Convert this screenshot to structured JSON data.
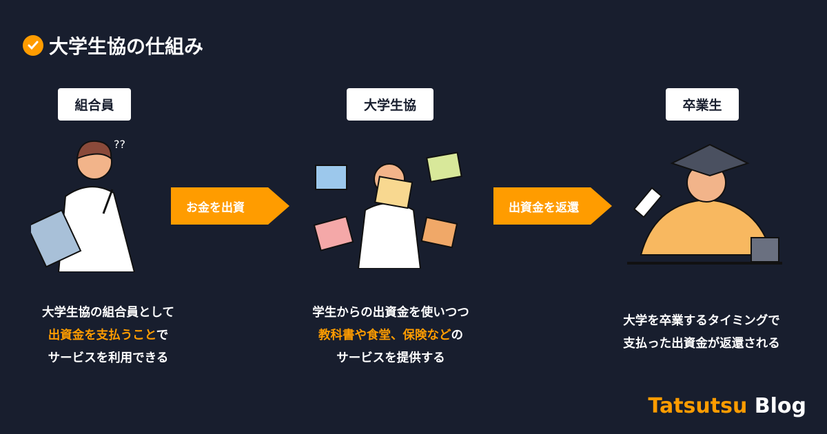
{
  "title": "大学生協の仕組み",
  "columns": [
    {
      "label": "組合員",
      "lines": [
        {
          "t": "大学生協の組合員として"
        },
        {
          "hl": "出資金を支払うこと",
          "t": "で"
        },
        {
          "t": "サービスを利用できる"
        }
      ]
    },
    {
      "label": "大学生協",
      "lines": [
        {
          "t": "学生からの出資金を使いつつ"
        },
        {
          "hl": "教科書や食堂、保険など",
          "t": "の"
        },
        {
          "t": "サービスを提供する"
        }
      ]
    },
    {
      "label": "卒業生",
      "lines": [
        {
          "t": "大学を卒業するタイミングで"
        },
        {
          "t": "支払った出資金が返還される"
        }
      ]
    }
  ],
  "arrows": [
    "お金を出資",
    "出資金を返還"
  ],
  "brand": {
    "part1": "Tatsutsu",
    "part2": "Blog"
  },
  "colors": {
    "background": "#181e2e",
    "accent": "#ff9c00"
  }
}
